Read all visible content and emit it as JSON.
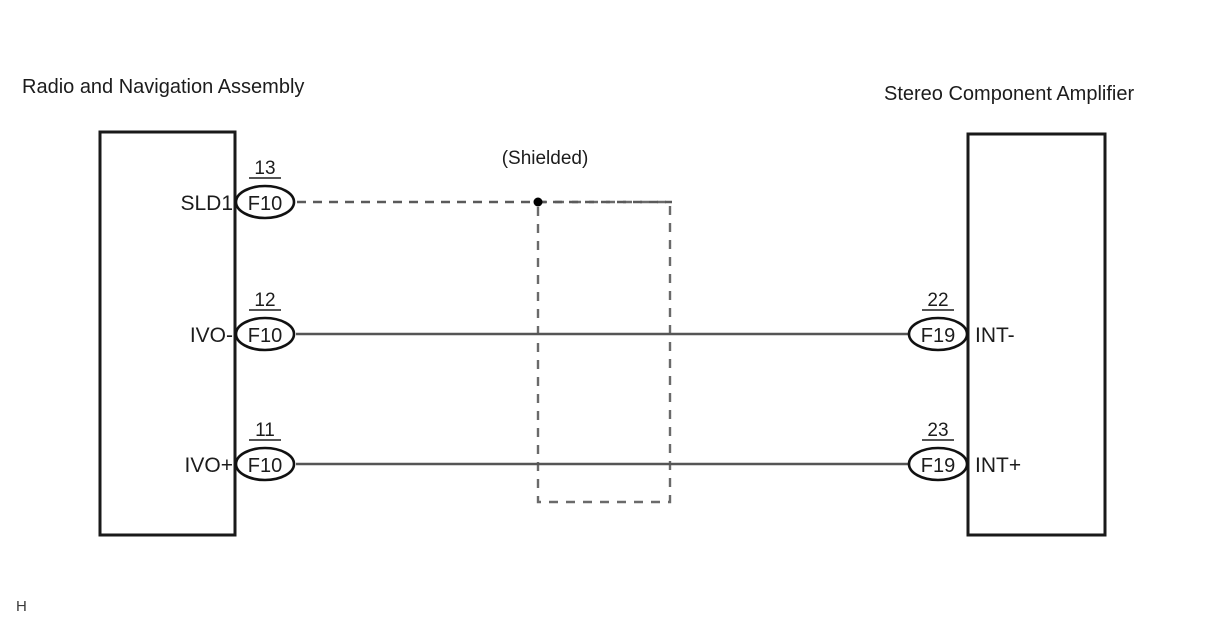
{
  "diagram": {
    "title_left": "Radio and Navigation Assembly",
    "title_right": "Stereo Component Amplifier",
    "shield_label": "(Shielded)",
    "page_mark": "H",
    "colors": {
      "outline": "#1a1a1a",
      "wire": "#555555",
      "shield": "#6a6a6a",
      "text": "#1c1c1c",
      "background": "#ffffff"
    }
  },
  "left_connector": {
    "component": "Radio and Navigation Assembly",
    "connector_code": "F10",
    "pins": [
      {
        "signal": "SLD1",
        "number": "13",
        "code": "F10",
        "wire_type": "dashed"
      },
      {
        "signal": "IVO-",
        "number": "12",
        "code": "F10",
        "wire_type": "solid"
      },
      {
        "signal": "IVO+",
        "number": "11",
        "code": "F10",
        "wire_type": "solid"
      }
    ]
  },
  "right_connector": {
    "component": "Stereo Component Amplifier",
    "connector_code": "F19",
    "pins": [
      {
        "signal": "INT-",
        "number": "22",
        "code": "F19",
        "wire_type": "solid"
      },
      {
        "signal": "INT+",
        "number": "23",
        "code": "F19",
        "wire_type": "solid"
      }
    ]
  },
  "connections": [
    {
      "from_pin": "13",
      "from_signal": "SLD1",
      "to": "shield-ground",
      "type": "dashed",
      "note": "(Shielded)"
    },
    {
      "from_pin": "12",
      "from_signal": "IVO-",
      "to_pin": "22",
      "to_signal": "INT-",
      "type": "solid"
    },
    {
      "from_pin": "11",
      "from_signal": "IVO+",
      "to_pin": "23",
      "to_signal": "INT+",
      "type": "solid"
    }
  ]
}
